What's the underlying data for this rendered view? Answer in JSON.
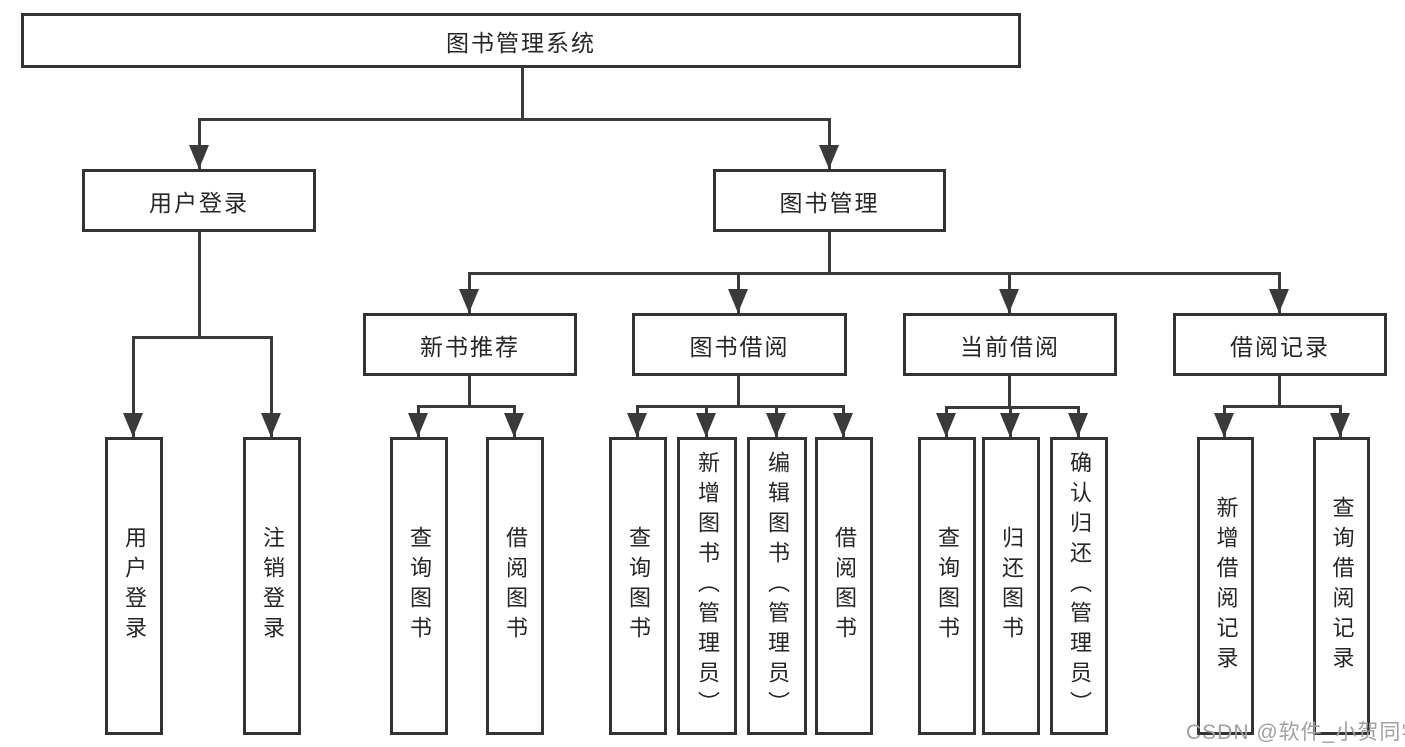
{
  "diagram": {
    "root": {
      "label": "图书管理系统"
    },
    "branches": [
      {
        "label": "用户登录",
        "children": [
          {
            "label": "用户登录"
          },
          {
            "label": "注销登录"
          }
        ]
      },
      {
        "label": "图书管理",
        "children": [
          {
            "label": "新书推荐",
            "children": [
              {
                "label": "查询图书"
              },
              {
                "label": "借阅图书"
              }
            ]
          },
          {
            "label": "图书借阅",
            "children": [
              {
                "label": "查询图书"
              },
              {
                "label": "新增图书（管理员）"
              },
              {
                "label": "编辑图书（管理员）"
              },
              {
                "label": "借阅图书"
              }
            ]
          },
          {
            "label": "当前借阅",
            "children": [
              {
                "label": "查询图书"
              },
              {
                "label": "归还图书"
              },
              {
                "label": "确认归还（管理员）"
              }
            ]
          },
          {
            "label": "借阅记录",
            "children": [
              {
                "label": "新增借阅记录"
              },
              {
                "label": "查询借阅记录"
              }
            ]
          }
        ]
      }
    ]
  },
  "watermark": {
    "text": "CSDN @软件_小贺同学"
  },
  "colors": {
    "line": "#3a3a3a",
    "box_border": "#333333",
    "box_fill": "#ffffff",
    "text": "#262626",
    "watermark": "#a0a0a0",
    "background": "#ffffff"
  }
}
